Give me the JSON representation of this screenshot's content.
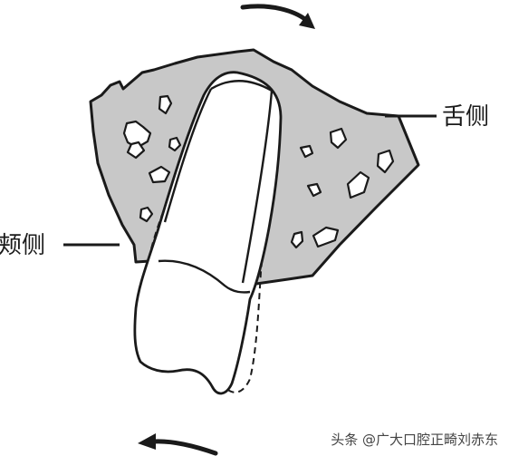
{
  "labels": {
    "lingual": "舌侧",
    "buccal": "颊侧"
  },
  "watermark": "头条 @广大口腔正畸刘赤东",
  "colors": {
    "bone_fill": "#c8c8c8",
    "outline": "#1a1a1a",
    "background": "#ffffff"
  },
  "icons": [
    "rotation-arrow-icon",
    "rotation-arrow-icon"
  ]
}
